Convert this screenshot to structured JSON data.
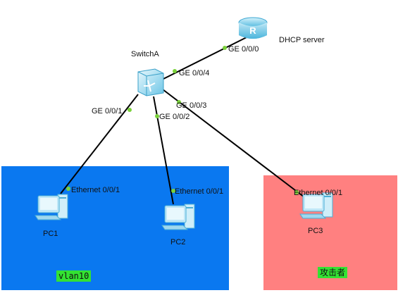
{
  "colors": {
    "vlan_zone": "#0a78f0",
    "attacker_zone": "#ff8080",
    "tag_bg": "#33e233",
    "link": "#000000",
    "port_dot": "#7ad13a"
  },
  "devices": {
    "router": {
      "name": "DHCP server",
      "port": "GE 0/0/0",
      "icon": "router-icon"
    },
    "switch": {
      "name": "SwitchA",
      "icon": "switch-icon",
      "ports": {
        "to_router": "GE 0/0/4",
        "to_pc1": "GE 0/0/1",
        "to_pc2": "GE 0/0/2",
        "to_pc3": "GE 0/0/3"
      }
    },
    "pcs": [
      {
        "name": "PC1",
        "port": "Ethernet 0/0/1",
        "icon": "pc-icon"
      },
      {
        "name": "PC2",
        "port": "Ethernet 0/0/1",
        "icon": "pc-icon"
      },
      {
        "name": "PC3",
        "port": "Ethernet 0/0/1",
        "icon": "pc-icon"
      }
    ]
  },
  "zones": {
    "vlan": {
      "label": "vlan10"
    },
    "attacker": {
      "label": "攻击者"
    }
  }
}
